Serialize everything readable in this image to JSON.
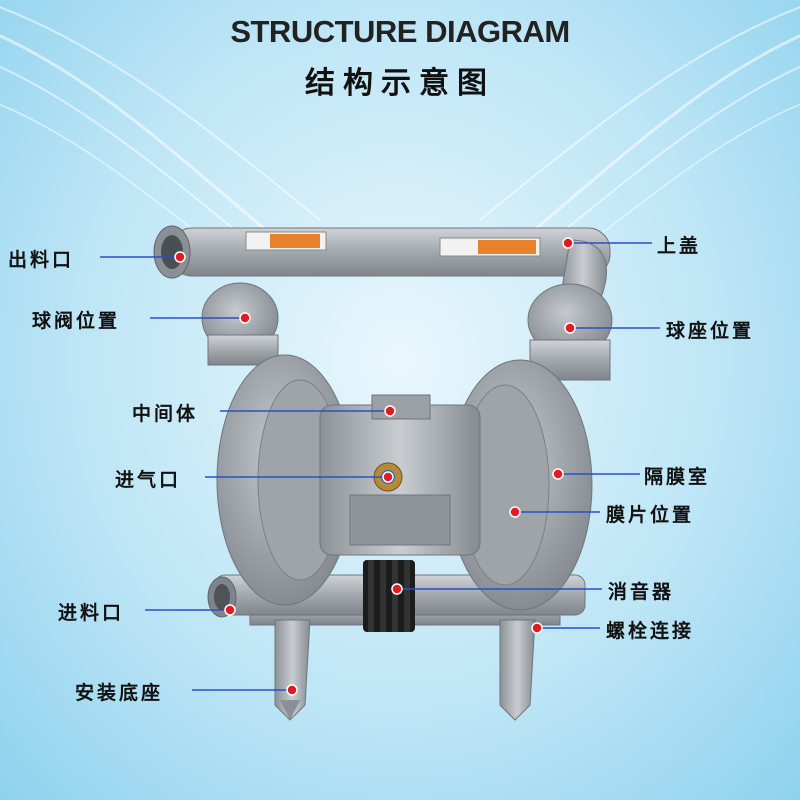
{
  "header": {
    "title_en": "STRUCTURE DIAGRAM",
    "title_cn": "结构示意图"
  },
  "labels": {
    "outlet": "出料口",
    "top_cover": "上盖",
    "ball_valve": "球阀位置",
    "ball_seat": "球座位置",
    "middle_body": "中间体",
    "air_inlet": "进气口",
    "diaphragm_chamber": "隔膜室",
    "diaphragm": "膜片位置",
    "muffler": "消音器",
    "inlet": "进料口",
    "bolt": "螺栓连接",
    "base": "安装底座"
  },
  "colors": {
    "leader_line": "#2b4fc9",
    "dot": "#e21b23",
    "pump_metal": "#a9adb2"
  }
}
